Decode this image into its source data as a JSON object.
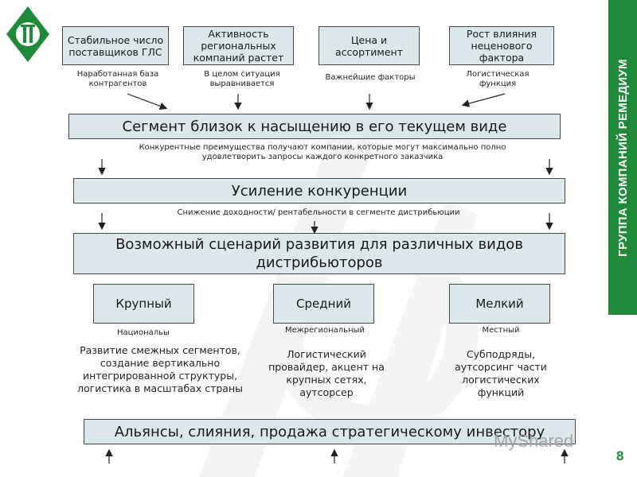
{
  "top_factors": [
    {
      "label": "Стабильное число поставщиков ГЛС",
      "note": "Наработанная база контрагентов"
    },
    {
      "label": "Активность региональных компаний растет",
      "note": "В целом ситуация выравнивается"
    },
    {
      "label": "Цена и ассортимент",
      "note": "Важнейшие факторы"
    },
    {
      "label": "Рост влияния неценового фактора",
      "note": "Логистическая функция"
    }
  ],
  "segment_banner": "Сегмент близок к насыщению в его текущем виде",
  "competitive_note": "Конкурентные преимущества получают компании, которые могут максимально полно удовлетворить запросы каждого конкретного заказчика",
  "competition_banner": "Усиление конкуренции",
  "profit_note": "Снижение доходности/ рентабельности в сегменте дистрибьюции",
  "scenario_banner": "Возможный сценарий развития для различных видов дистрибьюторов",
  "distributor_types": [
    {
      "label": "Крупный",
      "scope": "Национальы",
      "description": "Развитие смежных сегментов, создание вертикально интегрированной структуры, логистика в масштабах страны"
    },
    {
      "label": "Средний",
      "scope": "Межрегиональный",
      "description": "Логистический провайдер, акцент на крупных сетях, аутсорсер"
    },
    {
      "label": "Мелкий",
      "scope": "Местный",
      "description": "Субподряды, аутсорсинг части логистических функций"
    }
  ],
  "bottom_banner": "Альянсы, слияния, продажа стратегическому инвестору",
  "side_title": "ГРУППА КОМПАНИЙ РЕМЕДИУМ",
  "page_number": "8",
  "watermark_text": "MyShared",
  "colors": {
    "box_fill": "#dbe7ea",
    "brand_green": "#1f8a3a"
  }
}
